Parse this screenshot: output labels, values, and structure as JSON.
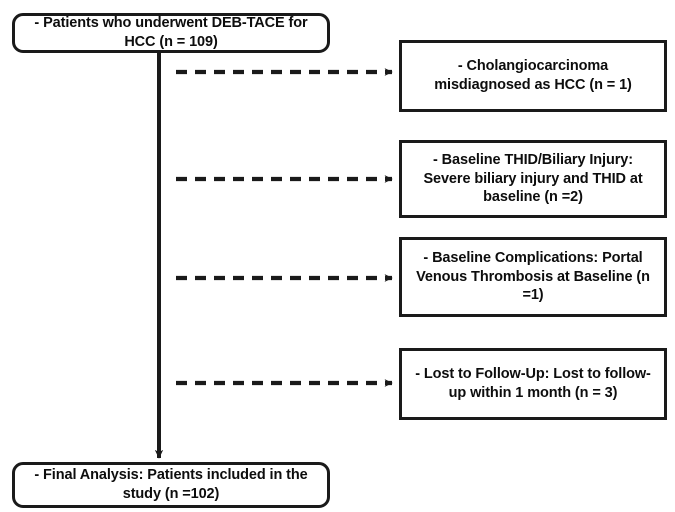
{
  "diagram": {
    "title_node": {
      "text": "- Patients who underwent DEB-TACE for HCC (n = 109)",
      "n": 109
    },
    "final_node": {
      "text": "- Final Analysis: Patients included in the study (n =102)",
      "n": 102
    },
    "exclusions": [
      {
        "text": "- Cholangiocarcinoma misdiagnosed as HCC (n = 1)",
        "n": 1
      },
      {
        "text": "- Baseline THID/Biliary Injury: Severe biliary injury and THID at baseline (n =2)",
        "n": 2
      },
      {
        "text": "- Baseline Complications: Portal Venous Thrombosis at Baseline (n =1)",
        "n": 1
      },
      {
        "text": "- Lost to Follow-Up: Lost to follow-up within 1 month (n = 3)",
        "n": 3
      }
    ],
    "colors": {
      "stroke": "#1a1a1a",
      "text": "#0d0d0d",
      "background": "#ffffff"
    }
  }
}
